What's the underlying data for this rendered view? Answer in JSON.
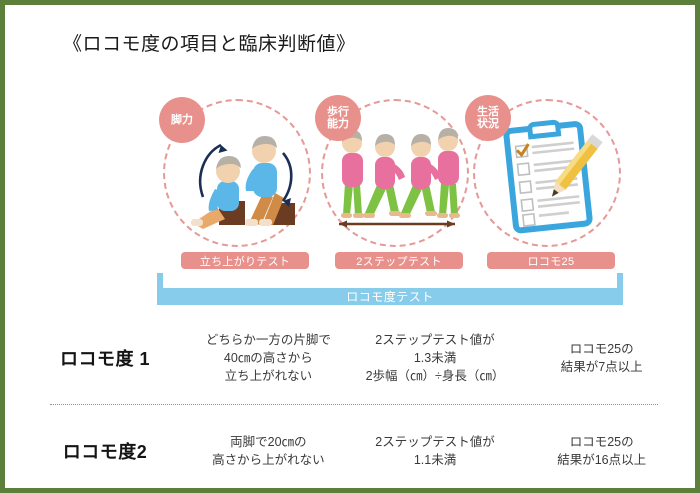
{
  "slide": {
    "title": "《ロコモ度の項目と臨床判断値》",
    "border_color": "#5d7f3c",
    "accent_pink": "#e8918c",
    "accent_blue": "#87cdeb"
  },
  "illustrations": [
    {
      "badge": "脚力",
      "icon": "standing-up-test-illustration",
      "dashed_circle": true
    },
    {
      "badge": "歩行\n能力",
      "badge_line1": "歩行",
      "badge_line2": "能力",
      "icon": "two-step-walking-illustration",
      "dashed_circle": true
    },
    {
      "badge": "生活\n状況",
      "badge_line1": "生活",
      "badge_line2": "状況",
      "icon": "clipboard-questionnaire-illustration",
      "dashed_circle": true
    }
  ],
  "test_pills": [
    {
      "label": "立ち上がりテスト"
    },
    {
      "label": "2ステップテスト"
    },
    {
      "label": "ロコモ25"
    }
  ],
  "group_bar": {
    "label": "ロコモ度テスト"
  },
  "table": {
    "rows": [
      {
        "grade": "ロコモ度 1",
        "cells": [
          {
            "lines": [
              "どちらか一方の片脚で",
              "40㎝の高さから",
              "立ち上がれない"
            ]
          },
          {
            "lines": [
              "2ステップテスト値が",
              "1.3未満",
              "2歩幅（㎝）÷身長（㎝）"
            ]
          },
          {
            "lines": [
              "ロコモ25の",
              "結果が7点以上"
            ]
          }
        ]
      },
      {
        "grade": "ロコモ度2",
        "cells": [
          {
            "lines": [
              "両脚で20㎝の",
              "高さから上がれない"
            ]
          },
          {
            "lines": [
              "2ステップテスト値が",
              "1.1未満"
            ]
          },
          {
            "lines": [
              "ロコモ25の",
              "結果が16点以上"
            ]
          }
        ]
      }
    ]
  }
}
